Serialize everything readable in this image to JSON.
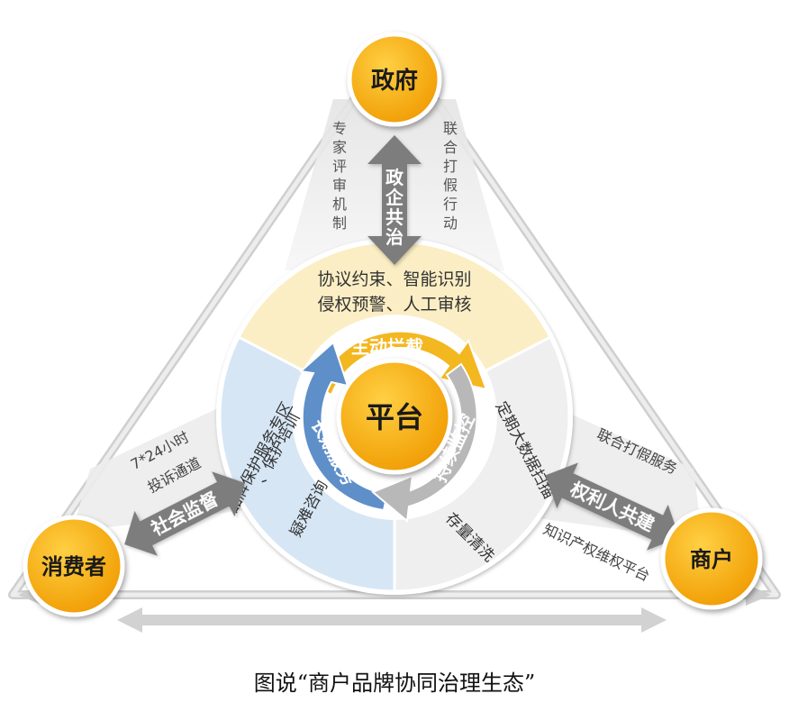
{
  "nodes": {
    "government": "政府",
    "platform": "平台",
    "consumer": "消费者",
    "merchant": "商户"
  },
  "links": {
    "gov_enterprise": "政企共治",
    "social_supervision": "社会监督",
    "rights_cogovern": "权利人共建"
  },
  "labels": {
    "expert_review": "专家评审机制",
    "joint_crackdown": "联合打假行动",
    "complaint_channel_1": "7*24小时",
    "complaint_channel_2": "投诉通道",
    "joint_service": "联合打假服务",
    "ip_platform": "知识产权维权平台"
  },
  "ring": {
    "top_line1": "协议约束、智能识别",
    "top_line2": "侵权预警、人工审核",
    "left_line1": "品牌保护服务专区",
    "left_line2": "、保护培训",
    "left_line3": "疑难咨询",
    "right_line1": "定期大数据扫描",
    "right_line2": "存量清洗"
  },
  "arrows": {
    "active_intercept": "主动拦截",
    "long_term_service": "长期服务",
    "continuous_monitoring": "持续监控"
  },
  "caption": "图说“商户品牌协同治理生态”",
  "colors": {
    "node": "#f5a800",
    "node_border": "#ffffff",
    "arrow_gray": "#7d7d7d",
    "ring_top": "#fbeec4",
    "ring_left": "#d6e6f5",
    "ring_right": "#efefef",
    "intercept": "#f3b71f",
    "service": "#5e8fc9",
    "monitor": "#b8b8b8"
  }
}
